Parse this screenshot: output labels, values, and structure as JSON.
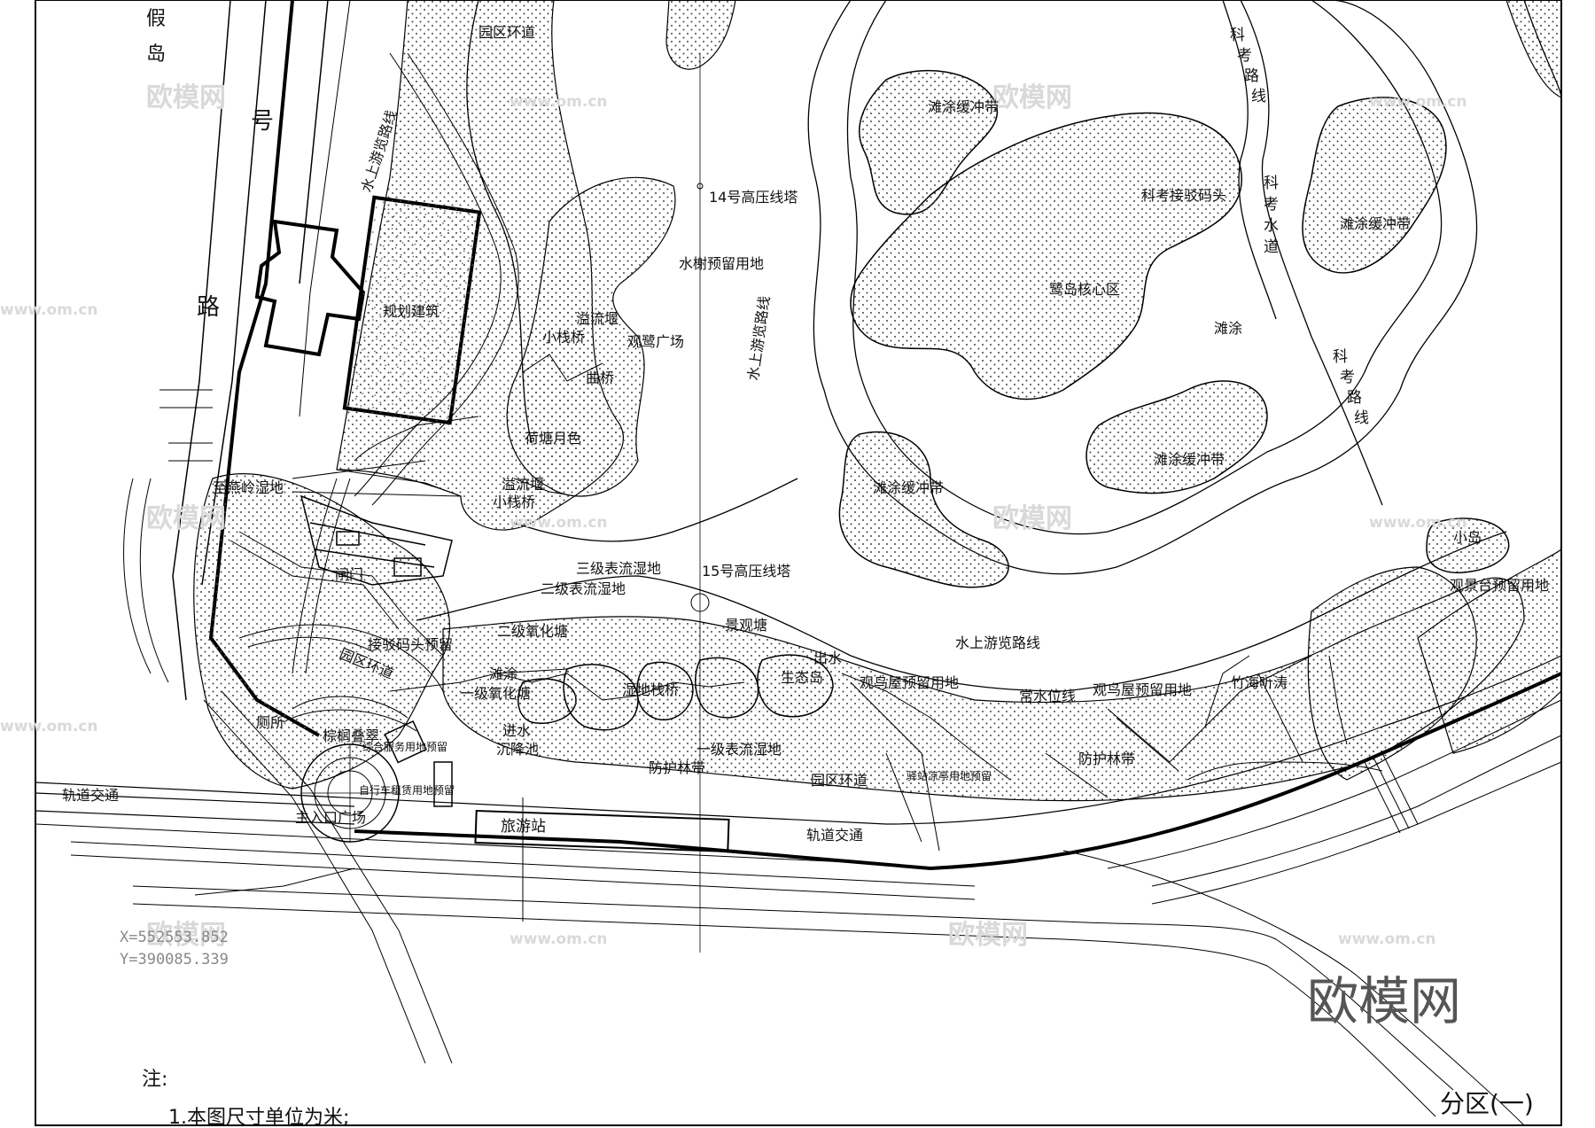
{
  "labels": {
    "jiadao": "假",
    "jiadao2": "岛",
    "hao": "号",
    "lu": "路",
    "water_tour_line_top": "水上游览路线",
    "planned_building": "规划建筑",
    "park_ring_road_top": "园区环道",
    "tower_14": "14号高压线塔",
    "pavilion_reserved": "水榭预留用地",
    "water_tour_line_mid": "水上游览路线",
    "overflow_weir_1": "溢流堰",
    "small_trestle_1": "小栈桥",
    "viewing_plaza": "观鹭广场",
    "qu_qiao": "曲桥",
    "lotus_pond": "荷塘月色",
    "overflow_weir_2": "溢流堰",
    "small_trestle_2": "小栈桥",
    "to_yanling_wetland": "至燕岭湿地",
    "gate": "闸门",
    "buffer_zone_1": "滩涂缓冲带",
    "buffer_zone_2": "滩涂缓冲带",
    "buffer_zone_3": "滩涂缓冲带",
    "buffer_zone_4": "滩涂缓冲带",
    "research_route_1a": "科",
    "research_route_1b": "考",
    "research_route_1c": "路",
    "research_route_1d": "线",
    "research_pier": "科考接驳码头",
    "research_channel_a": "科",
    "research_channel_b": "考",
    "research_channel_c": "水",
    "research_channel_d": "道",
    "egret_core": "鹭岛核心区",
    "tidal_flat": "滩涂",
    "research_route_2a": "科",
    "research_route_2b": "考",
    "research_route_2c": "路",
    "research_route_2d": "线",
    "islet": "小岛",
    "observation_deck": "观景台预留用地",
    "tertiary_wetland": "三级表流湿地",
    "secondary_wetland": "二级表流湿地",
    "tower_15": "15号高压线塔",
    "landscape_pond": "景观塘",
    "secondary_oxidation": "二级氧化塘",
    "pier_reserved": "接驳码头预留",
    "park_ring_road_left": "园区环道",
    "outlet": "出水",
    "eco_island": "生态岛",
    "water_tour_line_bottom": "水上游览路线",
    "bird_house_1": "观鸟屋预留用地",
    "normal_water_line": "常水位线",
    "bird_house_2": "观鸟屋预留用地",
    "bamboo_sea": "竹海听涛",
    "tidal_flat_2": "滩涂",
    "primary_oxidation": "一级氧化塘",
    "wetland_trestle": "湿地栈桥",
    "toilet": "厕所",
    "palm_layers": "棕榈叠翠",
    "inflow": "进水",
    "sediment_pond": "沉降池",
    "service_building": "综合服务用地预留",
    "primary_wetland": "一级表流湿地",
    "shelter_belt_1": "防护林带",
    "shelter_belt_2": "防护林带",
    "park_ring_road_bottom": "园区环道",
    "pavilion_reserved_2": "驿站凉亭用地预留",
    "bike_rental": "自行车租赁用地预留",
    "rail_transit_left": "轨道交通",
    "main_entrance": "主入口广场",
    "tourist_station": "旅游站",
    "rail_transit_right": "轨道交通",
    "coord_x": "X=552553.852",
    "coord_y": "Y=390085.339",
    "note_title": "注:",
    "note_1": "1.本图尺寸单位为米;",
    "zone_label": "分区(一)"
  },
  "watermark": {
    "brand": "欧模网",
    "url": "www.om.cn"
  }
}
